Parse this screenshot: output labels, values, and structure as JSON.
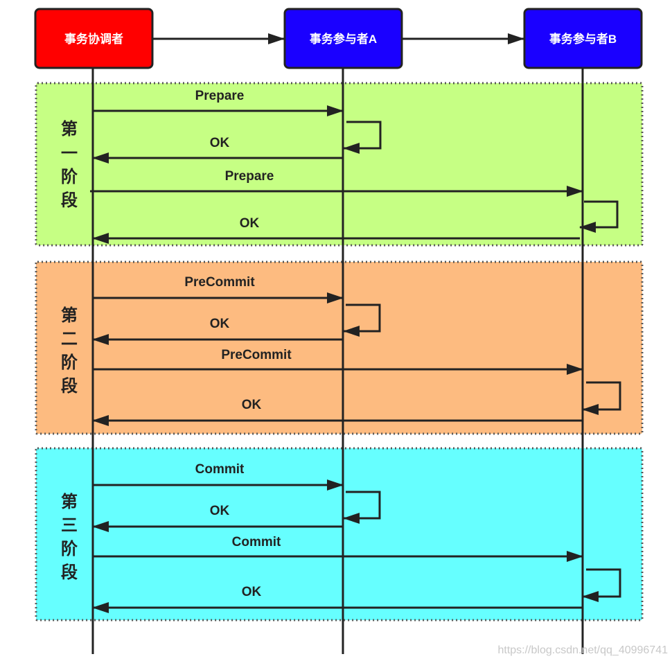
{
  "diagram": {
    "type": "sequence",
    "actors": [
      {
        "id": "coordinator",
        "label": "事务协调者",
        "color": "#ff0000"
      },
      {
        "id": "participantA",
        "label": "事务参与者A",
        "color": "#1a00ff"
      },
      {
        "id": "participantB",
        "label": "事务参与者B",
        "color": "#1a00ff"
      }
    ],
    "header_arrows": [
      {
        "from": "coordinator",
        "to": "participantA"
      },
      {
        "from": "participantA",
        "to": "participantB"
      }
    ],
    "phases": [
      {
        "label": "第一阶段",
        "chars": [
          "第",
          "一",
          "阶",
          "段"
        ],
        "color": "#c6ff84",
        "messages": [
          {
            "from": "coordinator",
            "to": "participantA",
            "label": "Prepare"
          },
          {
            "from": "participantA",
            "to": "participantA",
            "label": "",
            "self": true
          },
          {
            "from": "participantA",
            "to": "coordinator",
            "label": "OK"
          },
          {
            "from": "coordinator",
            "to": "participantB",
            "label": "Prepare"
          },
          {
            "from": "participantB",
            "to": "participantB",
            "label": "",
            "self": true
          },
          {
            "from": "participantB",
            "to": "coordinator",
            "label": "OK"
          }
        ]
      },
      {
        "label": "第二阶段",
        "chars": [
          "第",
          "二",
          "阶",
          "段"
        ],
        "color": "#fdbb80",
        "messages": [
          {
            "from": "coordinator",
            "to": "participantA",
            "label": "PreCommit"
          },
          {
            "from": "participantA",
            "to": "participantA",
            "label": "",
            "self": true
          },
          {
            "from": "participantA",
            "to": "coordinator",
            "label": "OK"
          },
          {
            "from": "coordinator",
            "to": "participantB",
            "label": "PreCommit"
          },
          {
            "from": "participantB",
            "to": "participantB",
            "label": "",
            "self": true
          },
          {
            "from": "participantB",
            "to": "coordinator",
            "label": "OK"
          }
        ]
      },
      {
        "label": "第三阶段",
        "chars": [
          "第",
          "三",
          "阶",
          "段"
        ],
        "color": "#66ffff",
        "messages": [
          {
            "from": "coordinator",
            "to": "participantA",
            "label": "Commit"
          },
          {
            "from": "participantA",
            "to": "participantA",
            "label": "",
            "self": true
          },
          {
            "from": "participantA",
            "to": "coordinator",
            "label": "OK"
          },
          {
            "from": "coordinator",
            "to": "participantB",
            "label": "Commit"
          },
          {
            "from": "participantB",
            "to": "participantB",
            "label": "",
            "self": true
          },
          {
            "from": "participantB",
            "to": "coordinator",
            "label": "OK"
          }
        ]
      }
    ],
    "watermark": "https://blog.csdn.net/qq_40996741"
  }
}
